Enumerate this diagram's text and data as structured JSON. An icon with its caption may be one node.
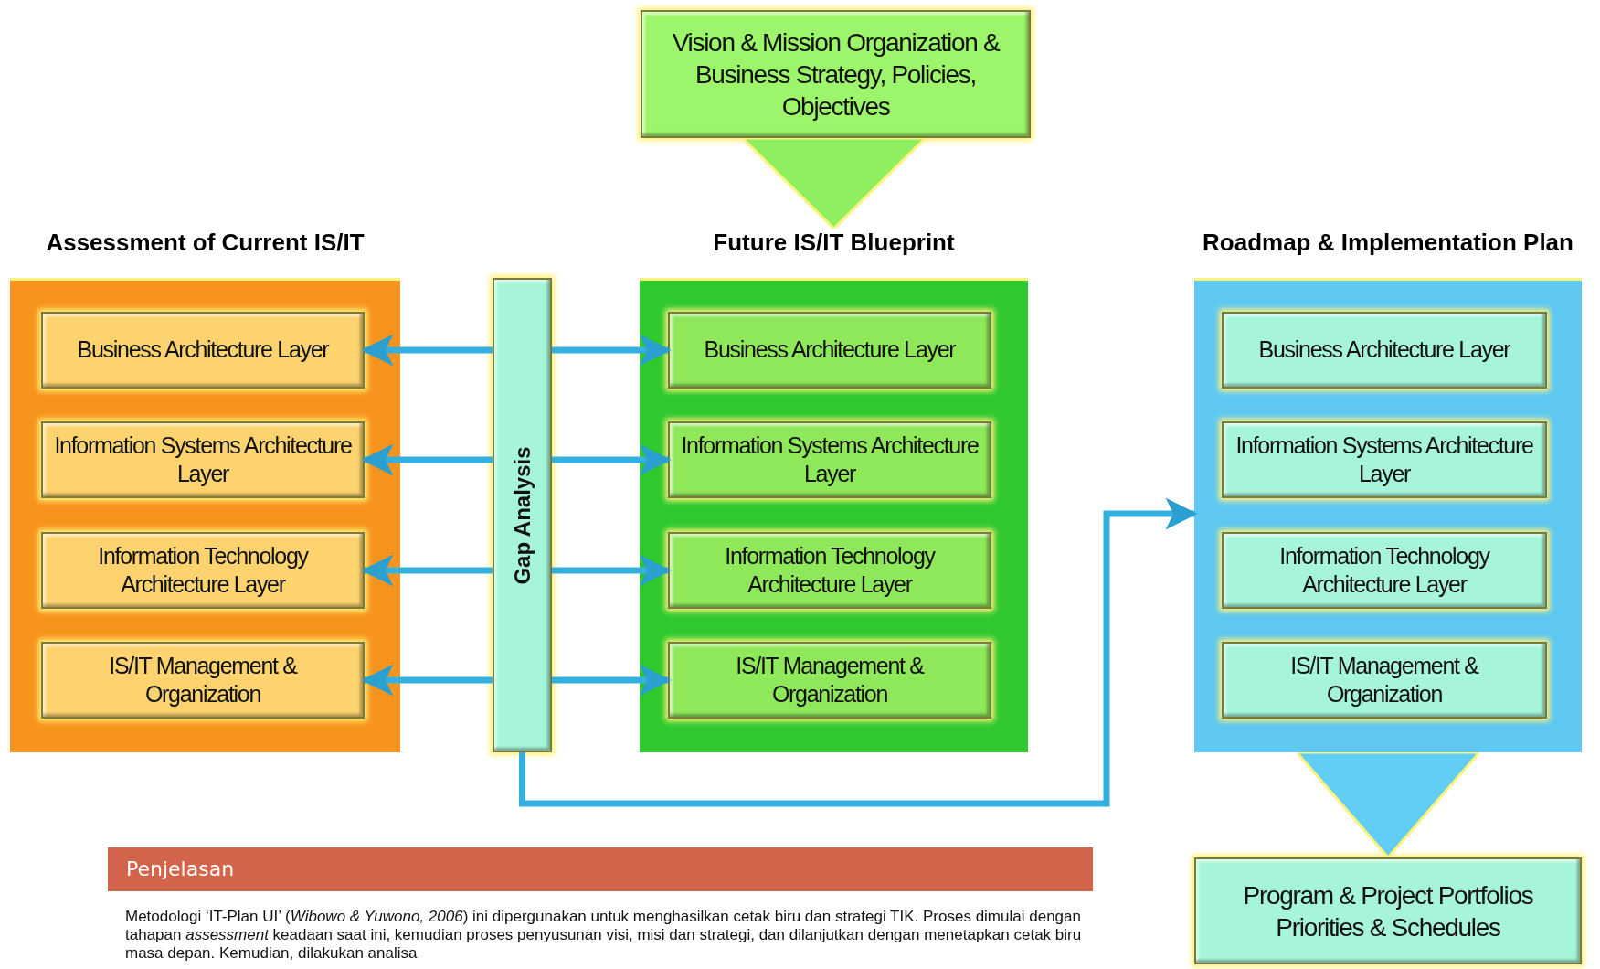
{
  "diagram": {
    "nodes": [
      {
        "text": [
          "Vision & Mission Organization & Business Strategy, Policies, Objectives"
        ]
      },
      {
        "text": [
          "Assessment of Current IS/IT"
        ]
      },
      {
        "text": [
          "Business Architecture Layer"
        ],
        "in": 1
      },
      {
        "text": [
          "Information Systems Architecture Layer"
        ],
        "in": 1
      },
      {
        "text": [
          "Information Technology Architecture Layer"
        ],
        "in": 1
      },
      {
        "text": [
          "IS/IT Management & Organization"
        ],
        "in": 1
      },
      {
        "text": [
          "Gap Analysis"
        ]
      },
      {
        "text": [
          "Future IS/IT Blueprint"
        ]
      },
      {
        "text": [
          "Business Architecture Layer"
        ],
        "in": 7
      },
      {
        "text": [
          "Information Systems Architecture Layer"
        ],
        "in": 7
      },
      {
        "text": [
          "Information Technology Architecture Layer"
        ],
        "in": 7
      },
      {
        "text": [
          "IS/IT Management & Organization"
        ],
        "in": 7
      },
      {
        "text": [
          "Roadmap & Implementation Plan"
        ]
      },
      {
        "text": [
          "Business Architecture Layer"
        ],
        "in": 12
      },
      {
        "text": [
          "Information Systems Architecture Layer"
        ],
        "in": 12
      },
      {
        "text": [
          "Information Technology Architecture Layer"
        ],
        "in": 12
      },
      {
        "text": [
          "IS/IT Management & Organization"
        ],
        "in": 12
      },
      {
        "text": [
          "Program & Project Portfolios Priorities & Schedules"
        ]
      }
    ],
    "edges": [
      {
        "from": 0,
        "to": 7,
        "arrow": "to",
        "color": "#8ef060"
      },
      {
        "from": 6,
        "to": 2,
        "arrow": "to"
      },
      {
        "from": 6,
        "to": 3,
        "arrow": "to"
      },
      {
        "from": 6,
        "to": 4,
        "arrow": "to"
      },
      {
        "from": 6,
        "to": 5,
        "arrow": "to"
      },
      {
        "from": 6,
        "to": 8,
        "arrow": "to"
      },
      {
        "from": 6,
        "to": 9,
        "arrow": "to"
      },
      {
        "from": 6,
        "to": 10,
        "arrow": "to"
      },
      {
        "from": 6,
        "to": 11,
        "arrow": "to"
      },
      {
        "from": 6,
        "to": 12,
        "arrow": "to"
      },
      {
        "from": 12,
        "to": 17,
        "arrow": "to",
        "color": "#62cdf5"
      }
    ],
    "labels": [
      "Penjelasan",
      "Metodologi ‘IT-Plan UI’ (*Wibowo & Yuwono, 2006*) ini dipergunakan untuk menghasilkan cetak biru dan strategi TIK. Proses dimulai dengan tahapan *assessment* keadaan saat ini, kemudian proses penyusunan visi, misi dan strategi, dan dilanjutkan dengan menetapkan cetak biru masa depan. Kemudian, dilakukan analisa"
    ]
  }
}
